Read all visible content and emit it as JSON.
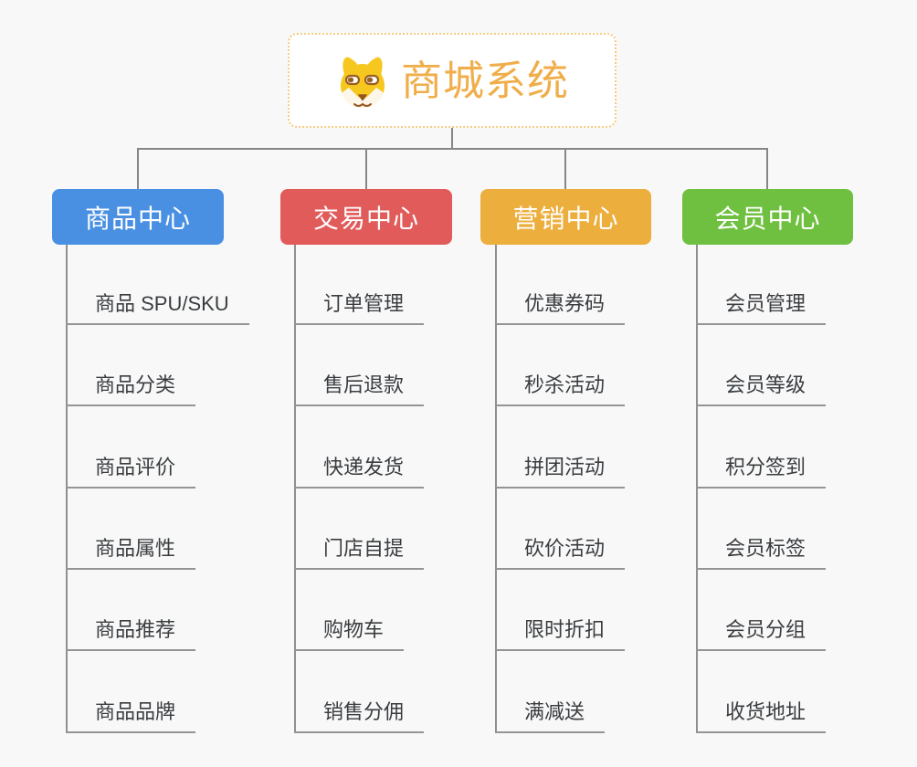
{
  "page": {
    "background_color": "#f8f8f8",
    "line_color": "#868686",
    "underline_color": "#949494"
  },
  "root": {
    "title": "商城系统",
    "icon": "dog-face-icon",
    "accent_color": "#f0ae4a",
    "border_color": "#f5cb80"
  },
  "tree": {
    "branches": [
      {
        "label": "商品中心",
        "color": "#4a90e2",
        "items": [
          "商品 SPU/SKU",
          "商品分类",
          "商品评价",
          "商品属性",
          "商品推荐",
          "商品品牌"
        ]
      },
      {
        "label": "交易中心",
        "color": "#e15b5b",
        "items": [
          "订单管理",
          "售后退款",
          "快递发货",
          "门店自提",
          "购物车",
          "销售分佣"
        ]
      },
      {
        "label": "营销中心",
        "color": "#ecae3c",
        "items": [
          "优惠券码",
          "秒杀活动",
          "拼团活动",
          "砍价活动",
          "限时折扣",
          "满减送"
        ]
      },
      {
        "label": "会员中心",
        "color": "#6fc041",
        "items": [
          "会员管理",
          "会员等级",
          "积分签到",
          "会员标签",
          "会员分组",
          "收货地址"
        ]
      }
    ]
  }
}
